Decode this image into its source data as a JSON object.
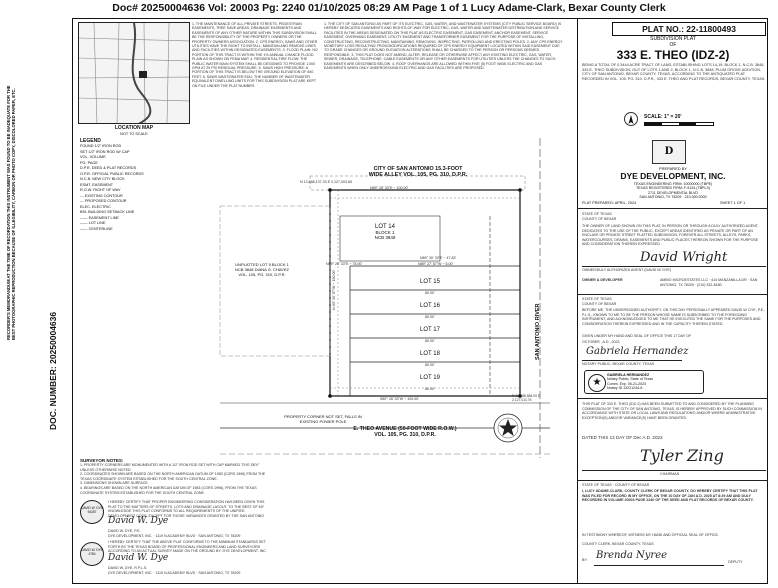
{
  "header": {
    "text": "Doc# 20250004636 Vol: 20003   Pg: 2240 01/10/2025 08:29 AM Page 1 of 1 Lucy Adame-Clark, Bexar County Clerk"
  },
  "left_margin": {
    "recorder_text": "RECORDER'S MEMORANDUM AT THE TIME OF RECORDATION THIS INSTRUMENT WAS FOUND TO BE INADEQUATE FOR THE BEST PHOTOGRAPHIC REPRODUCTION BECAUSE OF ILLEGIBILITY, CARBON OR PHOTO COPY, DISCOLORED PAPER, ETC.",
    "doc_number": "DOC. NUMBER: 20250004636"
  },
  "plat": {
    "plat_no": "PLAT NO.: 22-11800493",
    "subdivision_label": "SUBDIVISION PLAT",
    "of": "OF",
    "title": "333 E. THEO (IDZ-2)",
    "description": "BEING A TOTAL OF 0.3444 ACRE TRACT OF LAND, ESTABLISHING LOTS 14-19, BLOCK 1, N.C.B. 3848, 333 E. THEO SUBDIVISION, OUT OF LOTS 1 AND 2, BLOCK 1, N.C.B. 3848, PLUM GROVE ADDITION, CITY OF SAN ANTONIO, BEXAR COUNTY, TEXAS, ACCORDING TO THE ANTIQUATED PLAT RECORDED IN VOL. 105, PG. 310, D.P.R., 333 E. THEO AND PLAT RECORDS, BEXAR COUNTY, TEXAS.",
    "scale": "SCALE: 1\" = 20'",
    "prepared_by": "PREPARED BY",
    "company": "DYE DEVELOPMENT, INC.",
    "company_lines": [
      "TEXAS ENGINEERING FIRM: 10000000 (TBPE)",
      "TEXAS REGISTERED FIRM: F-9134 (TBPLS)",
      "2711 DEVELOPMENTAL BLVD",
      "SAN ANTONIO, TX 78209 · 210.000.0000"
    ],
    "plat_prepared": "PLAT PREPARED: APRIL, 2024",
    "sheet": "SHEET 1 OF 1"
  },
  "owner_block": {
    "state": "STATE OF TEXAS",
    "county": "COUNTY OF BEXAR",
    "dedication": "THE OWNER OF LAND SHOWN ON THIS PLAT, IN PERSON OR THROUGH A DULY AUTHORIZED AGENT, DEDICATES TO THE USE OF THE PUBLIC, EXCEPT AREAS IDENTIFIED AS PRIVATE OR PART OF AN ENCLAVE OR PRIVATE STREET PLATTED SUBDIVISION, FOREVER ALL STREETS, ALLEYS, PARKS, WATERCOURSES, DRAINS, EASEMENTS AND PUBLIC PLACES THEREON SHOWN FOR THE PURPOSE AND CONSIDERATION THEREIN EXPRESSED.",
    "signature": "David Wright",
    "sig_caption": "OWNER/DULY AUTHORIZED AGENT (DAVID W. DYE)",
    "owner_developer_label": "OWNER & DEVELOPER",
    "owner_developer": "AMBIO MICROESTATES LLC · 414 MANZANILLA DR · SAN ANTONIO, TX 78209 · (210) 332-8180"
  },
  "notary_block": {
    "state": "STATE OF TEXAS",
    "county": "COUNTY OF BEXAR",
    "text": "BEFORE ME, THE UNDERSIGNED AUTHORITY, ON THIS DAY PERSONALLY APPEARED DAVID W. DYE, P.E., P.L.S., KNOWN TO ME TO BE THE PERSON WHOSE NAME IS SUBSCRIBED TO THE FOREGOING INSTRUMENT, AND ACKNOWLEDGED TO ME THAT HE EXECUTED THE SAME FOR THE PURPOSES AND CONSIDERATION THEREIN EXPRESSED AND IN THE CAPACITY THEREIN STATED.",
    "given": "GIVEN UNDER MY HAND AND SEAL OF OFFICE THIS 17 DAY OF",
    "month_year": "OCTOBER , A.D., 2023",
    "notary_signature": "Gabriela Hernandez",
    "notary_caption": "NOTARY PUBLIC, BEXAR COUNTY, TEXAS",
    "stamp_name": "GABRIELA HERNANDEZ",
    "stamp_lines": [
      "Notary Public, State of Texas",
      "Comm. Exp. 05-21-2024",
      "Notary ID 13221244-6"
    ]
  },
  "approval_block": {
    "text": "THIS PLAT OF 333 E. THEO (IDZ-2) HAS BEEN SUBMITTED TO AND CONSIDERED BY THE PLANNING COMMISSION OF THE CITY OF SAN ANTONIO, TEXAS, IS HEREBY APPROVED BY SUCH COMMISSION IN ACCORDANCE WITH STATE OR LOCAL LAWS AND REGULATIONS; AND/OR WHERE ADMINISTRATIVE EXCEPTION(S) AND/OR VARIANCE(S) HAVE BEEN GRANTED.",
    "dated": "DATED THIS 13 DAY OF Dec A.D. 2023",
    "signature": "Tyler Zing",
    "caption": "CHAIRMAN"
  },
  "clerk_block": {
    "state": "STATE OF TEXAS · COUNTY OF BEXAR",
    "text": "I, LUCY ADAME-CLARK, COUNTY CLERK OF BEXAR COUNTY, DO HEREBY CERTIFY THAT THIS PLAT WAS FILED FOR RECORD IN MY OFFICE, ON THE 10 DAY OF JAN A.D. 2025 AT 8:29 AM AND DULY RECORDED IN VOLUME 20003 PAGE 2240 OF THE DEED AND PLAT RECORDS OF BEXAR COUNTY.",
    "witness": "IN TESTIMONY WHEREOF, WITNESS MY HAND AND OFFICIAL SEAL OF OFFICE.",
    "county_clerk": "COUNTY CLERK, BEXAR COUNTY, TEXAS",
    "by": "BY:",
    "deputy_signature": "Brenda Nyree",
    "deputy": "DEPUTY"
  },
  "location_map": {
    "label": "LOCATION MAP",
    "sublabel": "NOT TO SCALE"
  },
  "legend": {
    "title": "LEGEND",
    "items": [
      "FOUND 1/2\" IRON ROD",
      "SET 1/2\" IRON ROD W/ CAP",
      "VOL. VOLUME",
      "PG. PAGE",
      "D.P.R. DEED & PLAT RECORDS",
      "O.P.R. OFFICIAL PUBLIC RECORDS",
      "N.C.B. NEW CITY BLOCK",
      "ESMT. EASEMENT",
      "R.O.W. RIGHT OF WAY",
      "--- EXISTING CONTOUR",
      "--- PROPOSED CONTOUR",
      "ELEC. ELECTRIC",
      "BSL BUILDING SETBACK LINE",
      "—— EASEMENT LINE",
      "—— LOT LINE",
      "—— CENTERLINE"
    ]
  },
  "notes_col1": "1. THE MAINTENANCE OF ALL PRIVATE STREETS, PEDESTRIAN EASEMENTS, TREE SAVE AREAS, DRAINAGE EASEMENTS AND EASEMENTS OF ANY OTHER NATURE WITHIN THIS SUBDIVISION SHALL BE THE RESPONSIBILITY OF THE PROPERTY OWNERS OR THE PROPERTY OWNERS ASSOCIATION. 2. CPS ENERGY, SAWS AND OTHER UTILITIES HAVE THE RIGHT TO INSTALL, MAINTAIN AND REMOVE LINES AND FACILITIES WITHIN DESIGNATED EASEMENTS. 3. FLOOD PLAIN: NO PORTION OF THIS TRACT IS WITHIN THE 1% ANNUAL CHANCE FLOOD PLAIN AS SHOWN ON FEMA MAP. 4. RESIDENTIAL FIRE FLOW: THE PUBLIC WATER MAIN SYSTEM SHALL BE DESIGNED TO PROVIDE 1,000 GPM AT 25 PSI RESIDUAL PRESSURE. 5. SAWS HIGH PRESSURE: A PORTION OF THIS TRACT IS BELOW THE GROUND ELEVATION OF 840 FEET. 6. SAWS WASTEWATER EDU: THE NUMBER OF WASTEWATER EQUIVALENT DWELLING UNITS FOR THIS SUBDIVISION PLAT ARE KEPT ON FILE UNDER THE PLAT NUMBER.",
  "notes_col2": "1. THE CITY OF SAN ANTONIO AS PART OF ITS ELECTRIC, GAS, WATER, AND WASTEWATER SYSTEMS (CITY PUBLIC SERVICE BOARD) IS HEREBY DEDICATED EASEMENTS AND RIGHTS-OF-WAY FOR ELECTRIC, GAS, WATER AND WASTEWATER DISTRIBUTION AND SERVICE FACILITIES IN THE AREAS DESIGNATED ON THIS PLAT AS ELECTRIC EASEMENT, GAS EASEMENT, ANCHOR EASEMENT, SERVICE EASEMENT, OVERHANG EASEMENT, UTILITY EASEMENT AND TRANSFORMER EASEMENT FOR THE PURPOSE OF INSTALLING, CONSTRUCTING, RECONSTRUCTING, MAINTAINING, REMOVING, INSPECTING, PATROLLING AND ERECTING POLES. 2. ANY CPS ENERGY MONETARY LOSS RESULTING FROM MODIFICATIONS REQUIRED OF CPS ENERGY EQUIPMENT LOCATED WITHIN SAID EASEMENT DUE TO GRADE CHANGES OR GROUND ELEVATION ALTERATIONS SHALL BE CHARGED TO THE PERSON OR PERSONS DEEMED RESPONSIBLE. 3. THIS PLAT DOES NOT AMEND, ALTER, RELEASE OR OTHERWISE AFFECT ANY EXISTING ELECTRIC, GAS, WATER, SEWER, DRAINAGE, TELEPHONE, CABLE EASEMENTS OR ANY OTHER EASEMENTS FOR UTILITIES UNLESS THE CHANGES TO SUCH EASEMENTS ARE DESCRIBED BELOW. 4. ROOF OVERHANGS ARE ALLOWED WITHIN FIVE (5) FOOT WIDE ELECTRIC AND GAS EASEMENTS WHEN ONLY UNDERGROUND ELECTRIC AND GAS FACILITIES ARE PROPOSED.",
  "survey_notes": {
    "title": "SURVEYOR NOTES:",
    "items": [
      "1. PROPERTY CORNERS ARE MONUMENTED WITH A 1/2\" IRON ROD SET WITH CAP MARKED \"DYE DEV\" UNLESS OTHERWISE NOTED.",
      "2. COORDINATES SHOWN ARE BASED ON THE NORTH AMERICAN DATUM OF 1983 (CORS 1996) FROM THE TEXAS COORDINATE SYSTEM ESTABLISHED FOR THE SOUTH CENTRAL ZONE.",
      "3. DIMENSIONS SHOWN ARE SURFACE.",
      "4. BEARINGS ARE BASED ON THE NORTH AMERICAN DATUM OF 1983 (CORS 1996), FROM THE TEXAS COORDINATE SYSTEM ESTABLISHED FOR THE SOUTH CENTRAL ZONE."
    ]
  },
  "engineer_cert": {
    "text": "I HEREBY CERTIFY THAT PROPER ENGINEERING CONSIDERATION HAS BEEN GIVEN THIS PLAT TO THE MATTERS OF STREETS, LOTS AND DRAINAGE LAYOUT. TO THE BEST OF MY KNOWLEDGE THIS PLAT CONFORMS TO ALL REQUIREMENTS OF THE UNIFIED DEVELOPMENT CODE, EXCEPT FOR THOSE VARIANCES GRANTED BY THE SAN ANTONIO PLANNING COMMISSION.",
    "signature": "David W. Dye",
    "name": "DAVID W. DYE, P.E.",
    "seal_name": "DAVID W. DYE",
    "seal_no": "94287",
    "company": "DYE DEVELOPMENT, INC. · 1119 N ACADEMY BLVD · SAN ANTONIO, TX 78209"
  },
  "surveyor_cert": {
    "text": "I HEREBY CERTIFY THAT THE ABOVE PLAT CONFORMS TO THE MINIMUM STANDARDS SET FORTH BY THE TEXAS BOARD OF PROFESSIONAL ENGINEERS AND LAND SURVEYORS ACCORDING TO AN ACTUAL SURVEY MADE ON THE GROUND BY: DYE DEVELOPMENT, INC.",
    "signature": "David W. Dye",
    "name": "DAVID W. DYE, R.P.L.S.",
    "seal_name": "DAVID W. DYE",
    "seal_no": "4784",
    "company": "DYE DEVELOPMENT, INC. · 1119 N ACADEMY BLVD · SAN ANTONIO, TX 78209"
  },
  "drawing": {
    "alley_label": "CITY OF SAN ANTONIO 15.3-FOOT WIDE ALLEY VOL. 105, PG. 310, D.P.R.",
    "street_label": "E. THEO AVENUE (50-FOOT WIDE R.O.W.) VOL. 105, PG. 310, D.P.R.",
    "river_label": "SAN ANTONIO RIVER",
    "unplatted_label": "UNPLATTED LOT 5 BLOCK 1 NCB 3848 DIANA G. CHAVEZ VOL. 105, PG. 310, D.P.R.",
    "lot14": "LOT 14",
    "block": "BLOCK 1",
    "ncb": "NCB 3848",
    "lots": [
      "LOT 15",
      "LOT 16",
      "LOT 17",
      "LOT 18",
      "LOT 19"
    ],
    "corner_note": "PROPERTY CORNER NOT SET, FALLS IN EXISTING POWER POLE",
    "coord_nw": "N 13,688,137.33 E 2,127,003.69",
    "coord_se": "N 13,688,584.00 E 2,127,011.76",
    "bearing_top": "N89° 28' 33\"E ~ 100.00'",
    "bearing_bottom": "S89° 28' 33\"W ~ 100.00'",
    "bearing_mid1": "N89° 30' 33\"E ~ 47.83'",
    "bearing_mid2": "N89° 27' 57\"W ~ 5.00'",
    "bearing_mid3": "N89° 28' 33\"E ~ 75.00'",
    "bearing_side": "N 00° 30' 57\"W ~ 150.00'",
    "lot_dims": [
      "50.00'",
      "25.00'",
      "25.00'",
      "25.00'",
      "25.00'",
      "25.00'",
      "80.00'",
      "20.00'",
      "30.00'"
    ]
  }
}
